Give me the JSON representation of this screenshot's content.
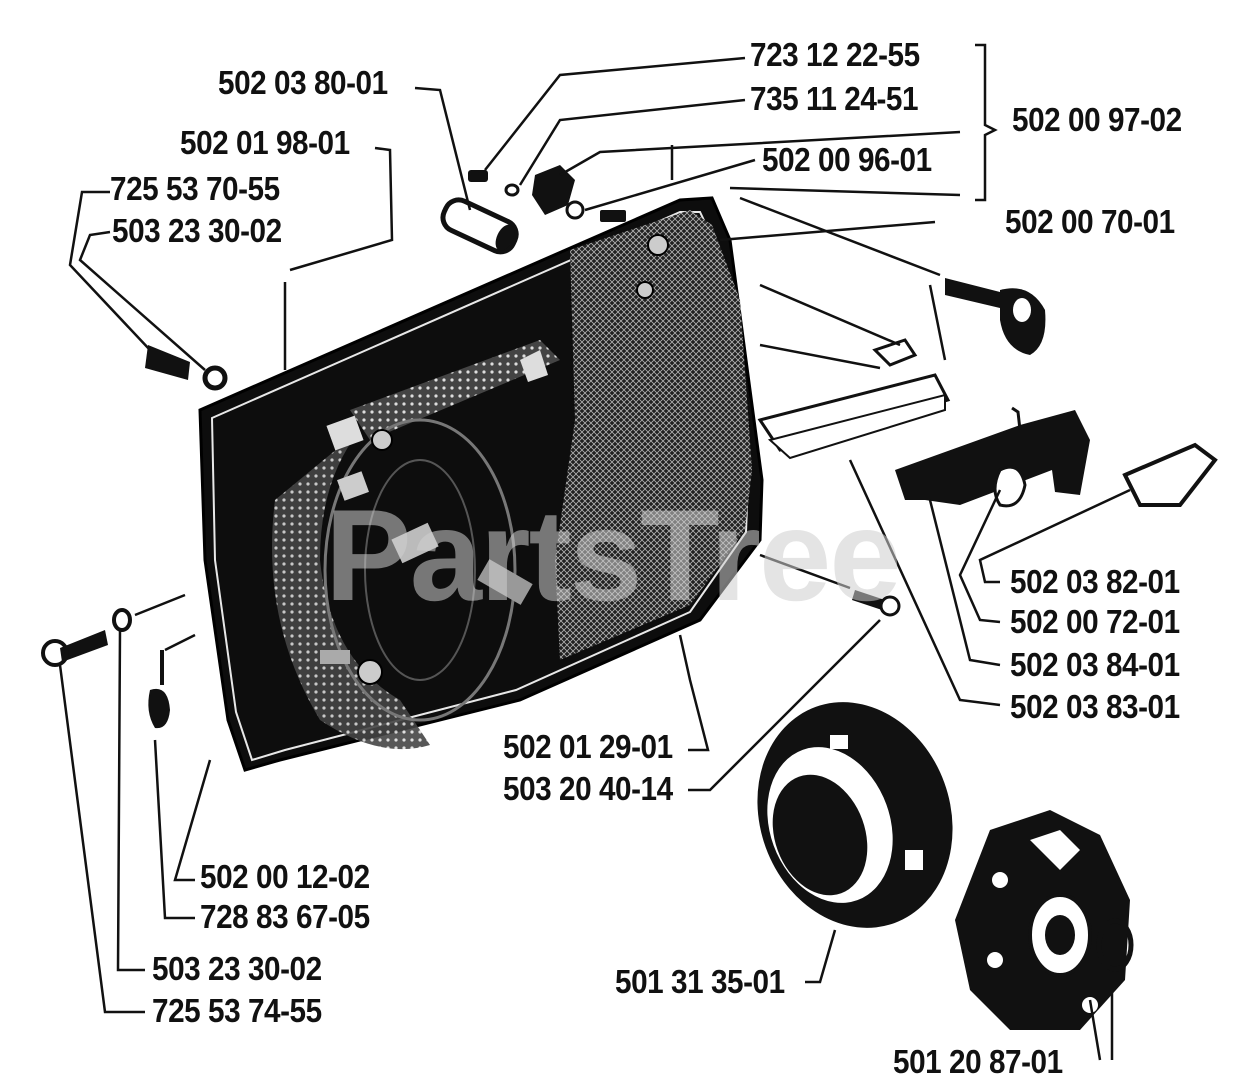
{
  "watermark": "PartsTree",
  "parts": {
    "p1": "723 12 22-55",
    "p2": "735 11 24-51",
    "p3": "502 00 97-02",
    "p4": "502 03 80-01",
    "p5": "502 01 98-01",
    "p6": "502 00 96-01",
    "p7": "725 53 70-55",
    "p8": "503 23 30-02",
    "p9": "502 00 70-01",
    "p10": "502 03 82-01",
    "p11": "502 00 72-01",
    "p12": "502 03 84-01",
    "p13": "502 03 83-01",
    "p14": "502 01 29-01",
    "p15": "503 20 40-14",
    "p16": "502 00 12-02",
    "p17": "728 83 67-05",
    "p18": "503 23 30-02",
    "p19": "725 53 74-55",
    "p20": "501 31 35-01",
    "p21": "501 20 87-01"
  }
}
